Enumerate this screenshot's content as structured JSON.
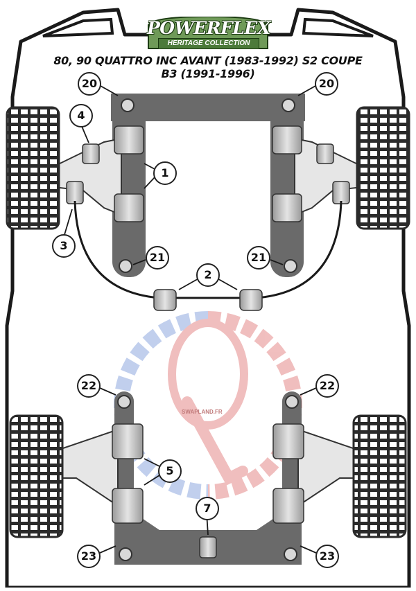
{
  "logo": {
    "brand": "POWERFLEX",
    "collection": "HERITAGE COLLECTION"
  },
  "title": {
    "line1": "80, 90 QUATTRO INC AVANT (1983-1992) S2 COUPE",
    "line2": "B3 (1991-1996)"
  },
  "callouts": {
    "c20_left": "20",
    "c20_right": "20",
    "c4": "4",
    "c1": "1",
    "c3": "3",
    "c21_left": "21",
    "c21_right": "21",
    "c2": "2",
    "c22_left": "22",
    "c22_right": "22",
    "c5": "5",
    "c7": "7",
    "c23_left": "23",
    "c23_right": "23"
  },
  "watermark": {
    "text": "SWAPLAND.FR"
  },
  "colors": {
    "frame": "#6a6a6a",
    "bushing_light": "#d8d8d8",
    "bushing_dark": "#9a9a9a",
    "tyre": "#2a2a2a",
    "body_outline": "#1a1a1a",
    "logo_green": "#4c7a3a",
    "watermark_red": "#e58a8a",
    "watermark_blue": "#8fa9e0"
  }
}
